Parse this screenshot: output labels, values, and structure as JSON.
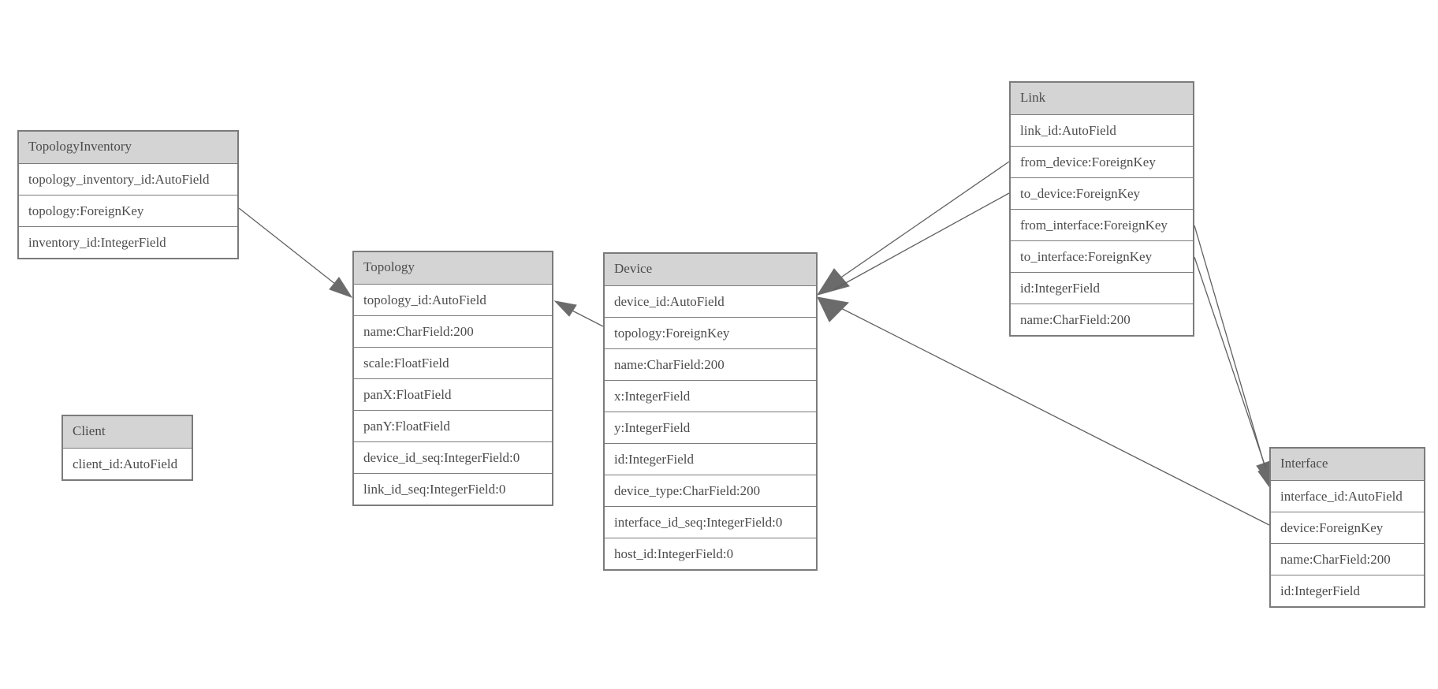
{
  "diagram": {
    "type": "entity-relationship-model",
    "background": "#ffffff",
    "colors": {
      "header_fill": "#d4d4d4",
      "border": "#7b7b7b",
      "text": "#4c4c4c",
      "edge_line": "#606060",
      "arrowhead_fill": "#6b6b6b"
    },
    "entities": [
      {
        "name": "TopologyInventory",
        "fields": [
          "topology_inventory_id:AutoField",
          "topology:ForeignKey",
          "inventory_id:IntegerField"
        ]
      },
      {
        "name": "Topology",
        "fields": [
          "topology_id:AutoField",
          "name:CharField:200",
          "scale:FloatField",
          "panX:FloatField",
          "panY:FloatField",
          "device_id_seq:IntegerField:0",
          "link_id_seq:IntegerField:0"
        ]
      },
      {
        "name": "Client",
        "fields": [
          "client_id:AutoField"
        ]
      },
      {
        "name": "Device",
        "fields": [
          "device_id:AutoField",
          "topology:ForeignKey",
          "name:CharField:200",
          "x:IntegerField",
          "y:IntegerField",
          "id:IntegerField",
          "device_type:CharField:200",
          "interface_id_seq:IntegerField:0",
          "host_id:IntegerField:0"
        ]
      },
      {
        "name": "Link",
        "fields": [
          "link_id:AutoField",
          "from_device:ForeignKey",
          "to_device:ForeignKey",
          "from_interface:ForeignKey",
          "to_interface:ForeignKey",
          "id:IntegerField",
          "name:CharField:200"
        ]
      },
      {
        "name": "Interface",
        "fields": [
          "interface_id:AutoField",
          "device:ForeignKey",
          "name:CharField:200",
          "id:IntegerField"
        ]
      }
    ],
    "edges": [
      {
        "from": "TopologyInventory.topology",
        "to": "Topology.topology_id"
      },
      {
        "from": "Device.topology",
        "to": "Topology.topology_id"
      },
      {
        "from": "Link.from_device",
        "to": "Device.device_id"
      },
      {
        "from": "Link.to_device",
        "to": "Device.device_id"
      },
      {
        "from": "Link.from_interface",
        "to": "Interface.interface_id"
      },
      {
        "from": "Link.to_interface",
        "to": "Interface.interface_id"
      },
      {
        "from": "Interface.device",
        "to": "Device.device_id"
      }
    ]
  }
}
